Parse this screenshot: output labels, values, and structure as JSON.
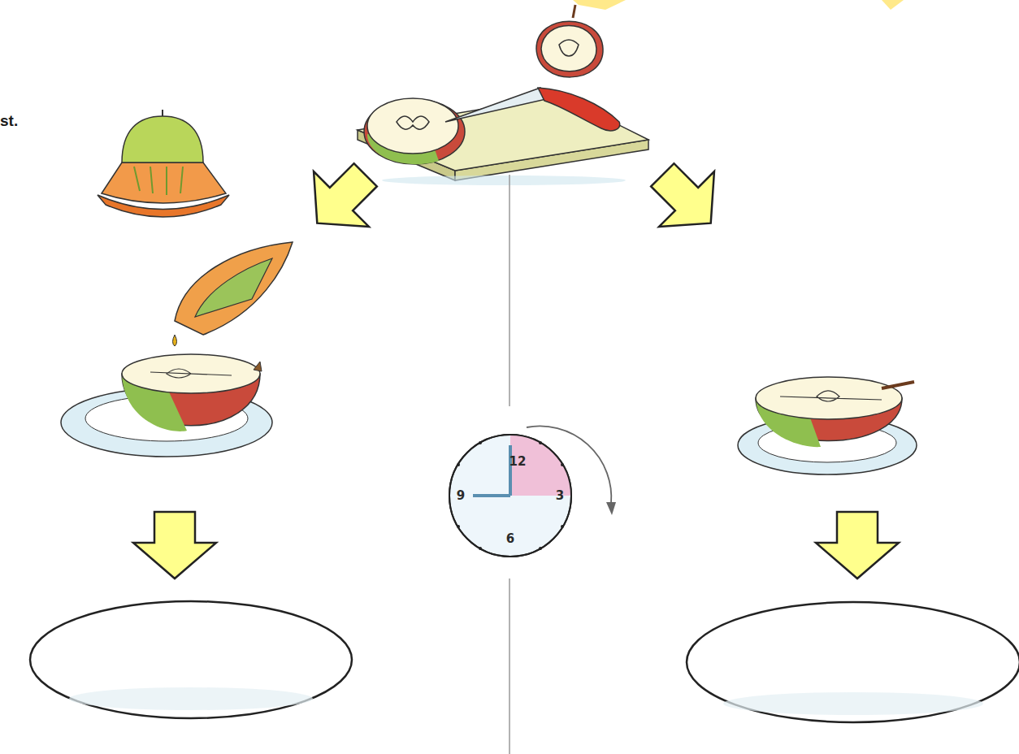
{
  "diagram": {
    "labels": [
      "st.",
      "12",
      "3",
      "6",
      "9"
    ]
  }
}
